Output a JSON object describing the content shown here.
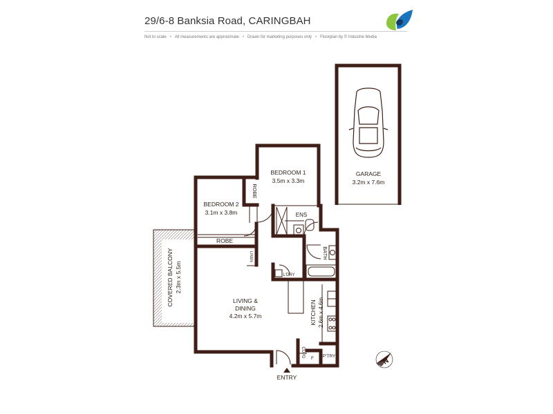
{
  "header": {
    "title": "29/6-8 Banksia Road, CARINGBAH",
    "disclaimer": [
      "Not to scale",
      "All measurements are approximate",
      "Drawn for marketing purposes only",
      "Floorplan by © Industrie Media"
    ]
  },
  "colors": {
    "wall": "#3e1e16",
    "hatch": "#6a5a55",
    "logo_green": "#8cc63f",
    "logo_blue": "#1b75bc",
    "logo_navy": "#163a6b"
  },
  "rooms": {
    "garage": {
      "name": "GARAGE",
      "size": "3.2m x 7.6m"
    },
    "bedroom1": {
      "name": "BEDROOM 1",
      "size": "3.5m x 3.3m"
    },
    "bedroom2": {
      "name": "BEDROOM 2",
      "size": "3.1m x 3.8m"
    },
    "robe_bed1": "ROBE",
    "robe_bed2": "ROBE",
    "ensuite": "ENS",
    "bath": "BATH",
    "linen": "LINEN",
    "laundry": "L'DRY",
    "balcony": {
      "name": "COVERED BALCONY",
      "size": "2.3m x 5.5m"
    },
    "living": {
      "name": "LIVING &",
      "name2": "DINING",
      "size": "4.2m x 5.7m"
    },
    "kitchen": {
      "name": "KITCHEN",
      "size": "2.6m x 4.6m"
    },
    "cupboard": "CUPD",
    "fridge": "F",
    "pantry": "P'TRY",
    "entry": "ENTRY"
  },
  "compass": {
    "label": "N"
  }
}
